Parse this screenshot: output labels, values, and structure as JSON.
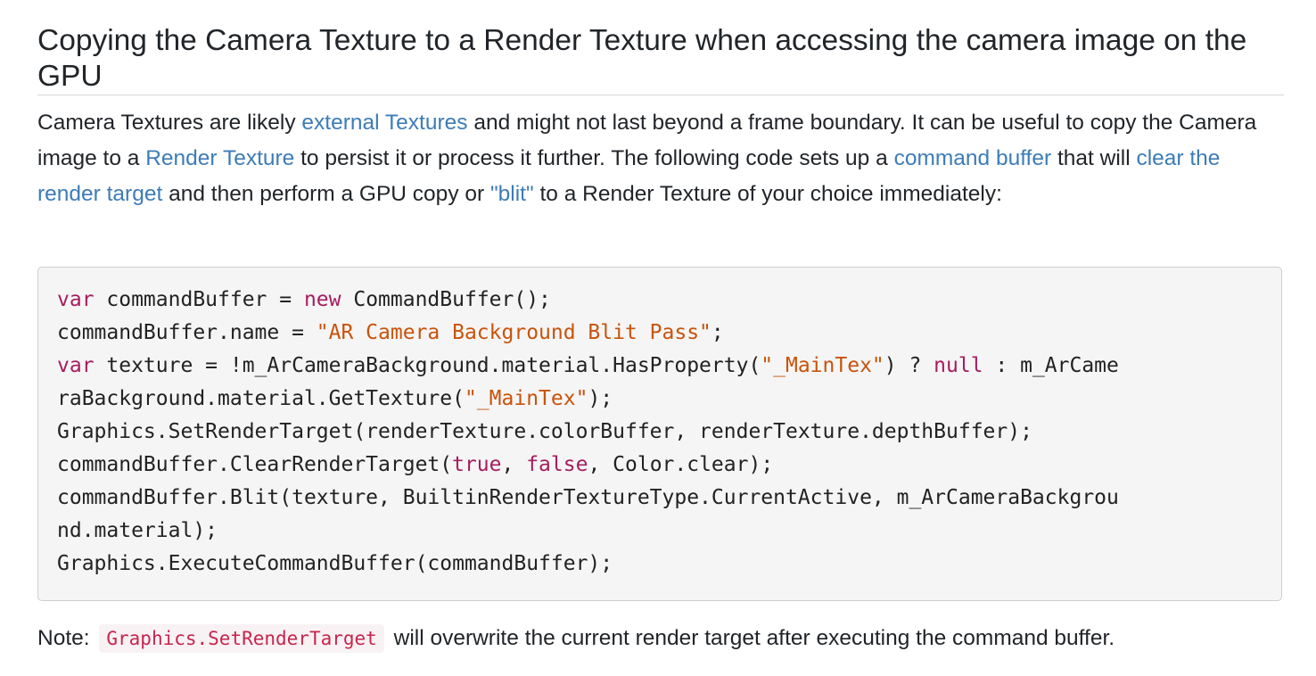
{
  "section": {
    "title": "Copying the Camera Texture to a Render Texture when accessing the camera image on the GPU"
  },
  "intro": {
    "t1": "Camera Textures are likely ",
    "link_external_textures": "external Textures",
    "t2": " and might not last beyond a frame boundary. It can be useful to copy the Camera image to a ",
    "link_render_texture": "Render Texture",
    "t3": " to persist it or process it further. The following code sets up a ",
    "link_command_buffer": "command buffer",
    "t4": " that will ",
    "link_clear_render_target": "clear the render target",
    "t5": " and then perform a GPU copy or ",
    "link_blit": "\"blit\"",
    "t6": " to a Render Texture of your choice immediately:"
  },
  "code": {
    "l1_kw1": "var",
    "l1_a": " commandBuffer = ",
    "l1_kw2": "new",
    "l1_b": " CommandBuffer();",
    "l2_a": "commandBuffer.name = ",
    "l2_str": "\"AR Camera Background Blit Pass\"",
    "l2_b": ";",
    "l3_kw1": "var",
    "l3_a": " texture = !m_ArCameraBackground.material.HasProperty(",
    "l3_str": "\"_MainTex\"",
    "l3_b": ") ? ",
    "l3_kw2": "null",
    "l3_c": " : m_ArCame",
    "l4_a": "raBackground.material.GetTexture(",
    "l4_str": "\"_MainTex\"",
    "l4_b": ");",
    "l5": "Graphics.SetRenderTarget(renderTexture.colorBuffer, renderTexture.depthBuffer);",
    "l6_a": "commandBuffer.ClearRenderTarget(",
    "l6_kw1": "true",
    "l6_b": ", ",
    "l6_kw2": "false",
    "l6_c": ", Color.clear);",
    "l7": "commandBuffer.Blit(texture, BuiltinRenderTextureType.CurrentActive, m_ArCameraBackgrou",
    "l8": "nd.material);",
    "l9": "Graphics.ExecuteCommandBuffer(commandBuffer);"
  },
  "note": {
    "label": "Note:",
    "code": "Graphics.SetRenderTarget",
    "text": "will overwrite the current render target after executing the command buffer."
  },
  "colors": {
    "link": "#3d7cb8",
    "keyword": "#a71d5d",
    "string": "#c9530b",
    "inline_code": "#c7254e"
  }
}
